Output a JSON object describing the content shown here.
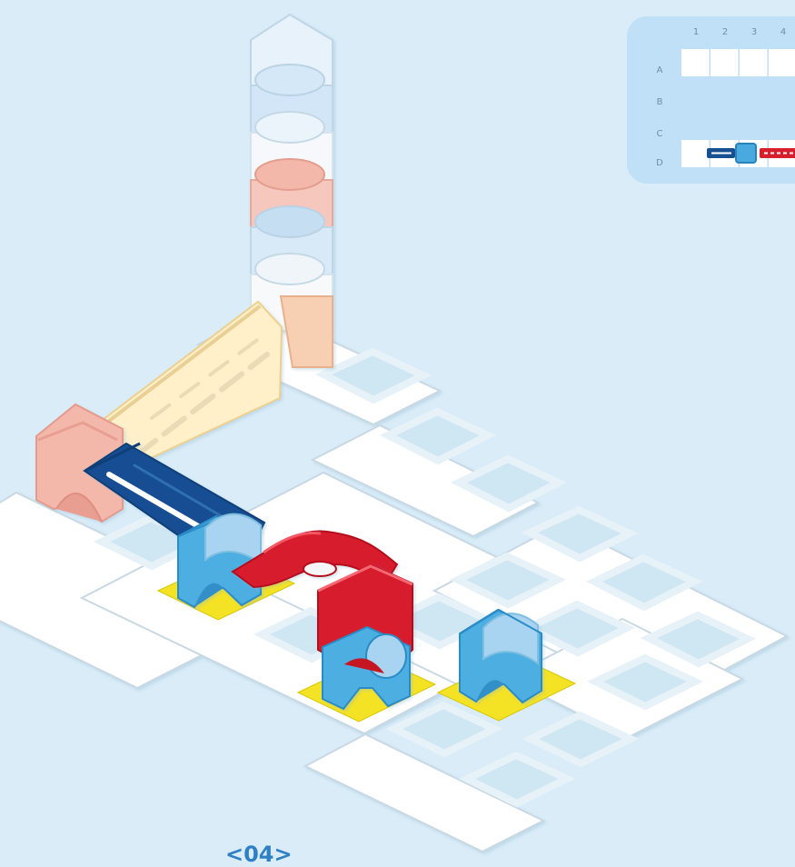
{
  "page": {
    "number": "<04>"
  },
  "placement_grid": {
    "columns": [
      "1",
      "2",
      "3",
      "4"
    ],
    "rows": [
      "A",
      "B",
      "C",
      "D"
    ]
  }
}
